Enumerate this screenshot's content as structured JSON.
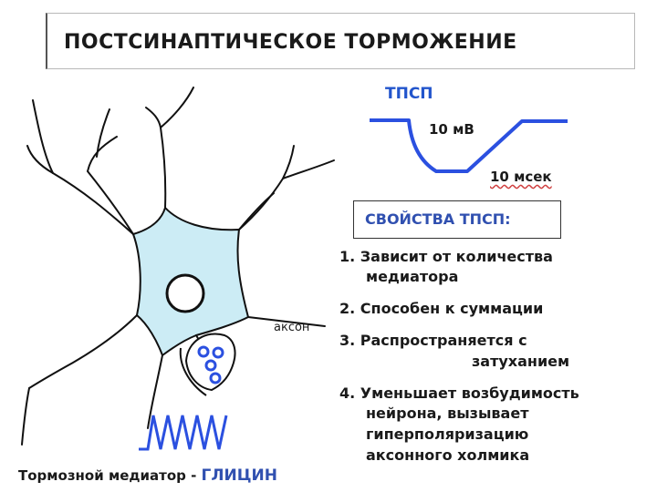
{
  "title": "ПОСТСИНАПТИЧЕСКОЕ ТОРМОЖЕНИЕ",
  "ipsp": {
    "label": "ТПСП",
    "amplitude_label": "10 мВ",
    "duration_label": "10 мсек",
    "trace_color": "#2b50e0"
  },
  "properties": {
    "heading": "СВОЙСТВА ТПСП:",
    "items": [
      {
        "line1": "1. Зависит от количества",
        "line2": "медиатора"
      },
      {
        "line1": "2. Способен к суммации"
      },
      {
        "line1": "3. Распространяется с",
        "line2": "затуханием"
      },
      {
        "line1": "4. Уменьшает возбудимость",
        "line2": "нейрона, вызывает",
        "line3": "гиперполяризацию",
        "line4": "аксонного холмика"
      }
    ]
  },
  "neuron": {
    "axon_label": "аксон",
    "soma_color": "#ccecf5",
    "terminal_color": "#2b50e0"
  },
  "footer": {
    "prefix": "Тормозной медиатор - ",
    "mediator": "ГЛИЦИН"
  }
}
